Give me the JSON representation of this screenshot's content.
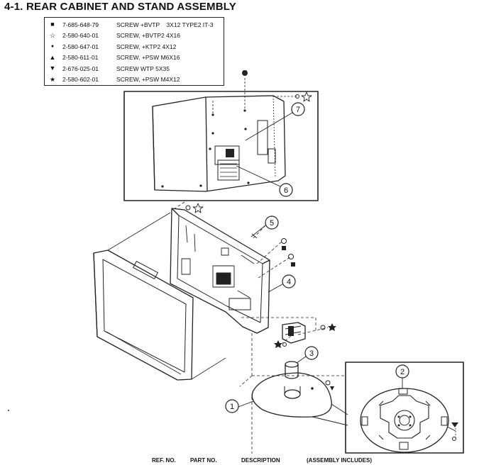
{
  "title": "4-1. REAR CABINET AND STAND ASSEMBLY",
  "legend": [
    {
      "symbol": "■",
      "icon": "square-icon",
      "part_no": "7-685-648-79",
      "description": "SCREW +BVTP    3X12 TYPE2 IT-3"
    },
    {
      "symbol": "☆",
      "icon": "star-outline-icon",
      "part_no": "2-580-640-01",
      "description": "SCREW, +BVTP2 4X16"
    },
    {
      "symbol": "●",
      "icon": "circle-icon",
      "part_no": "2-580-647-01",
      "description": "SCREW, +KTP2 4X12"
    },
    {
      "symbol": "▲",
      "icon": "triangle-up-icon",
      "part_no": "2-580-611-01",
      "description": "SCREW, +PSW M6X16"
    },
    {
      "symbol": "▼",
      "icon": "triangle-down-icon",
      "part_no": "2-676-025-01",
      "description": "SCREW WTP 5X35"
    },
    {
      "symbol": "★",
      "icon": "star-filled-icon",
      "part_no": "2-580-602-01",
      "description": "SCREW, +PSW M4X12"
    }
  ],
  "ref_labels": [
    "1",
    "2",
    "3",
    "4",
    "5",
    "6",
    "7"
  ],
  "footer": {
    "ref_no": "REF. NO.",
    "part_no": "PART NO.",
    "description": "DESCRIPTION",
    "assembly": "(ASSEMBLY INCLUDES)"
  }
}
